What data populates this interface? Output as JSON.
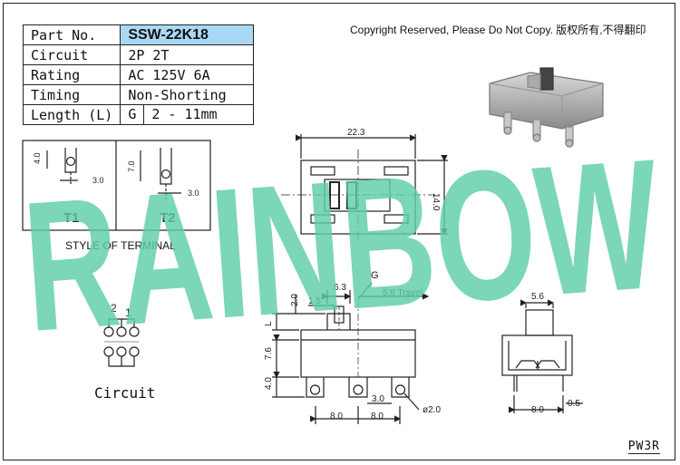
{
  "spec_table": {
    "model_label": "Part No.",
    "model_value": "SSW-22K18",
    "rows": [
      {
        "label": "Circuit",
        "value": "2P 2T"
      },
      {
        "label": "Rating",
        "value": "AC 125V 6A"
      },
      {
        "label": "Timing",
        "value": "Non-Shorting"
      }
    ],
    "length_label": "Length (L)",
    "length_code": "G",
    "length_value": "2 - 11mm"
  },
  "copyright": "Copyright Reserved, Please Do Not Copy. 版权所有,不得翻印",
  "watermark": "RAINBOW",
  "drawing_code": "PW3R",
  "terminal": {
    "style_label": "STYLE OF TERMINAL",
    "t1_label": "T1",
    "t2_label": "T2",
    "t1_height": "4.0",
    "t1_width": "3.0",
    "t2_height": "7.0",
    "t2_width": "3.0"
  },
  "circuit": {
    "label": "Circuit",
    "pin2": "2",
    "pin1": "1"
  },
  "top_view": {
    "width": "22.3",
    "height": "14.0"
  },
  "front_view": {
    "dim_2_0": "2.0",
    "dim_1_5": "1.5",
    "dim_6_3": "6.3",
    "label_g": "G",
    "travel": "5.8 Travel",
    "label_l": "L",
    "dim_7_6": "7.6",
    "dim_4_0": "4.0",
    "dim_3_0": "3.0",
    "hole": "ø2.0",
    "pitch_left": "8.0",
    "pitch_right": "8.0"
  },
  "side_view": {
    "top_width": "5.6",
    "pitch": "8.0",
    "thickness": "0.5"
  },
  "colors": {
    "watermark": "#5fcda9",
    "highlight": "#a9d8f5"
  }
}
